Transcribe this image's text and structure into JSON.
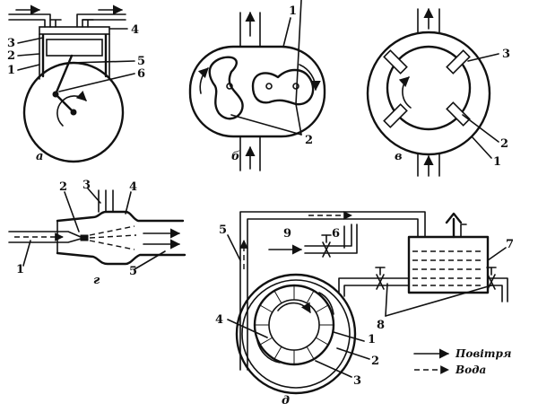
{
  "diagrams": {
    "a": {
      "letter": "а",
      "labels": [
        "1",
        "2",
        "3",
        "4",
        "5",
        "6"
      ]
    },
    "b": {
      "letter": "б",
      "labels": [
        "1",
        "2"
      ]
    },
    "v": {
      "letter": "в",
      "labels": [
        "1",
        "2",
        "3"
      ]
    },
    "g": {
      "letter": "г",
      "labels": [
        "1",
        "2",
        "3",
        "4",
        "5"
      ]
    },
    "d": {
      "letter": "д",
      "labels": [
        "1",
        "2",
        "3",
        "4",
        "5",
        "6",
        "7",
        "8",
        "9"
      ]
    }
  },
  "legend": {
    "air": "Повітря",
    "water": "Вода"
  }
}
